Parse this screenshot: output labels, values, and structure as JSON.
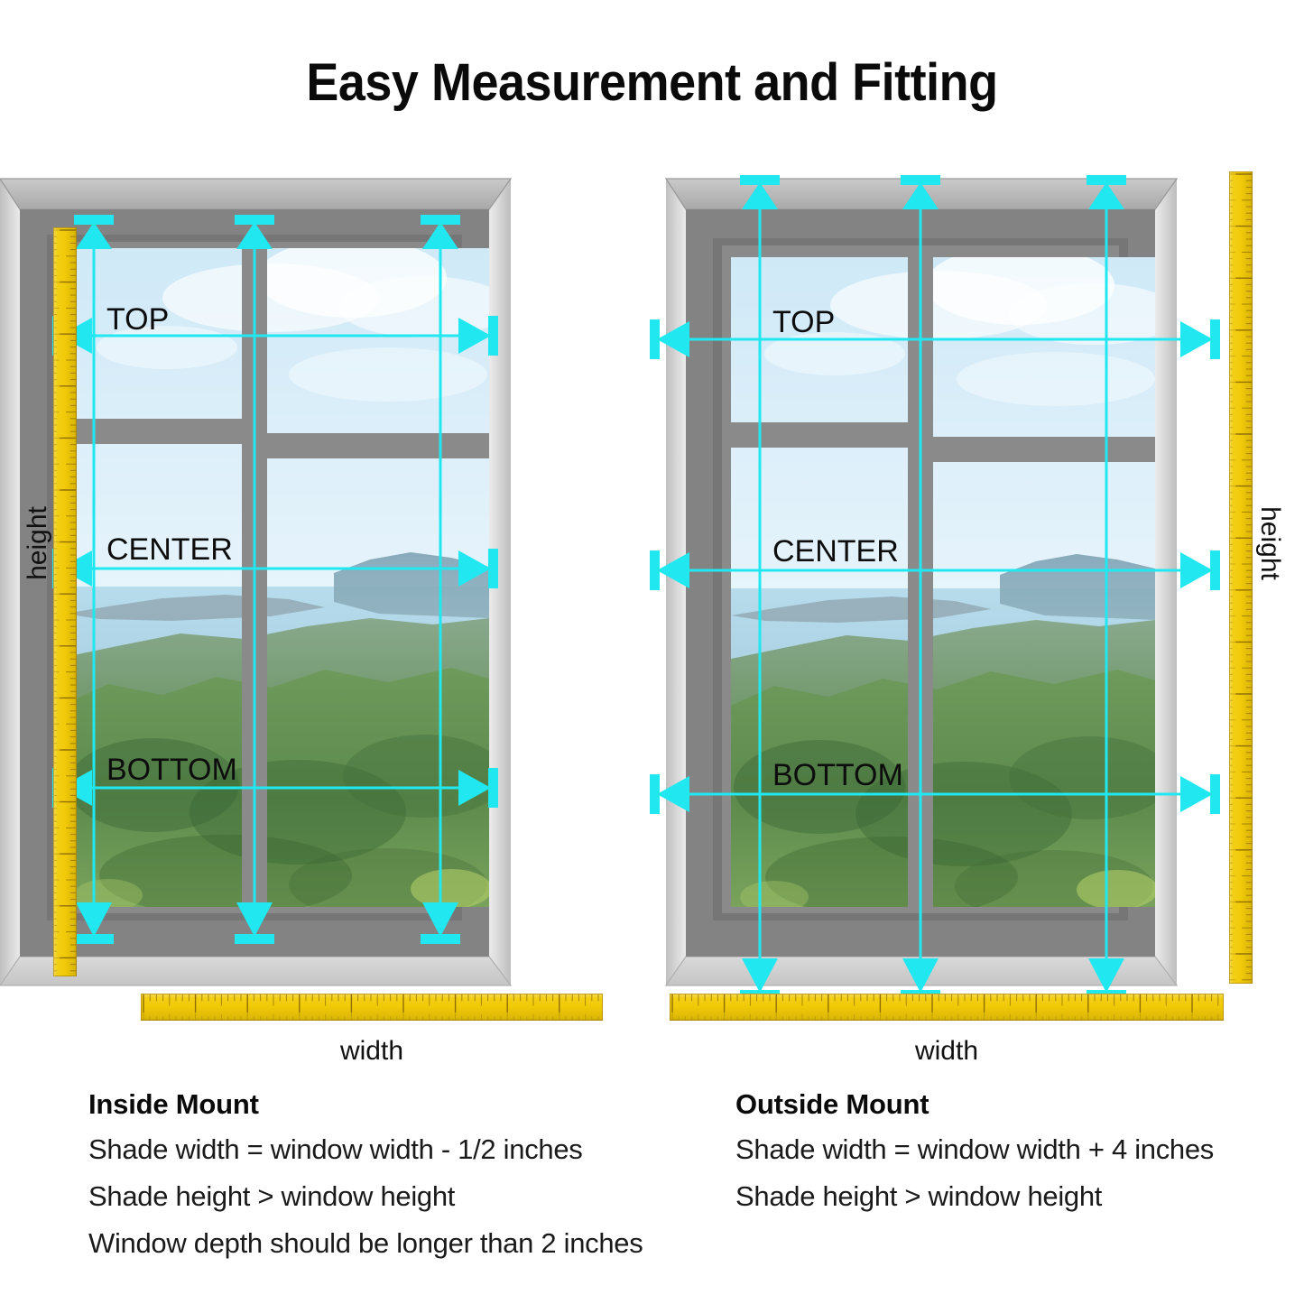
{
  "page": {
    "title": "Easy Measurement and Fitting"
  },
  "colors": {
    "measure_cyan": "#21E8F0",
    "ruler_yellow": "#F2CB08",
    "frame_gray": "#808080",
    "reveal_light": "#C9C9C9",
    "glass_sky": "#D6EEF9",
    "text_black": "#111111"
  },
  "diagrams": [
    {
      "id": "inside-mount",
      "pane_labels": {
        "top": "TOP",
        "center": "CENTER",
        "bottom": "BOTTOM"
      },
      "rulers": {
        "height_label": "height",
        "width_label": "width"
      },
      "notes": {
        "heading": "Inside Mount",
        "lines": [
          "Shade width = window width - 1/2 inches",
          "Shade height > window height",
          "Window depth should be longer than 2 inches"
        ]
      }
    },
    {
      "id": "outside-mount",
      "pane_labels": {
        "top": "TOP",
        "center": "CENTER",
        "bottom": "BOTTOM"
      },
      "rulers": {
        "height_label": "height",
        "width_label": "width"
      },
      "notes": {
        "heading": "Outside Mount",
        "lines": [
          "Shade width = window width + 4 inches",
          "Shade height > window height"
        ]
      }
    }
  ]
}
